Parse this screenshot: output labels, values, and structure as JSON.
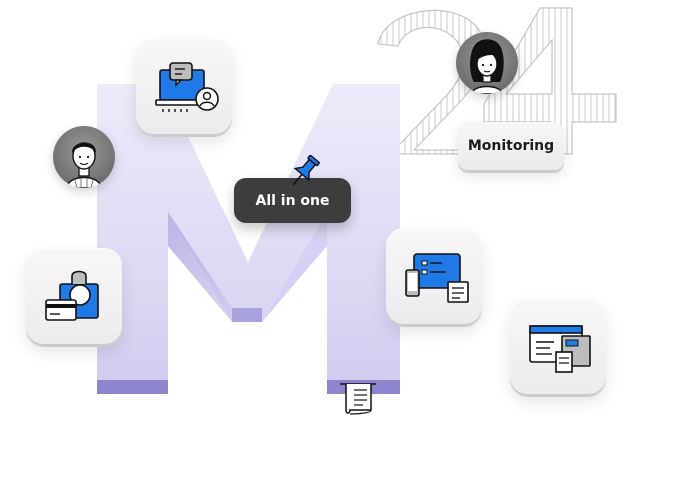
{
  "labels": {
    "monitoring": "Monitoring",
    "all_in_one": "All in one"
  },
  "colors": {
    "brand_blue": "#1f7ae8",
    "m_letter_top": "#ecebfa",
    "m_letter_bottom": "#8d86cf",
    "dark_label": "#3d3d3f"
  },
  "icons": [
    "m-letter",
    "number-24-outline",
    "laptop-chat-user-icon",
    "shopping-bag-card-icon",
    "devices-checklist-icon",
    "browser-document-icon",
    "receipt-icon",
    "pushpin-icon",
    "man-avatar",
    "woman-avatar"
  ]
}
